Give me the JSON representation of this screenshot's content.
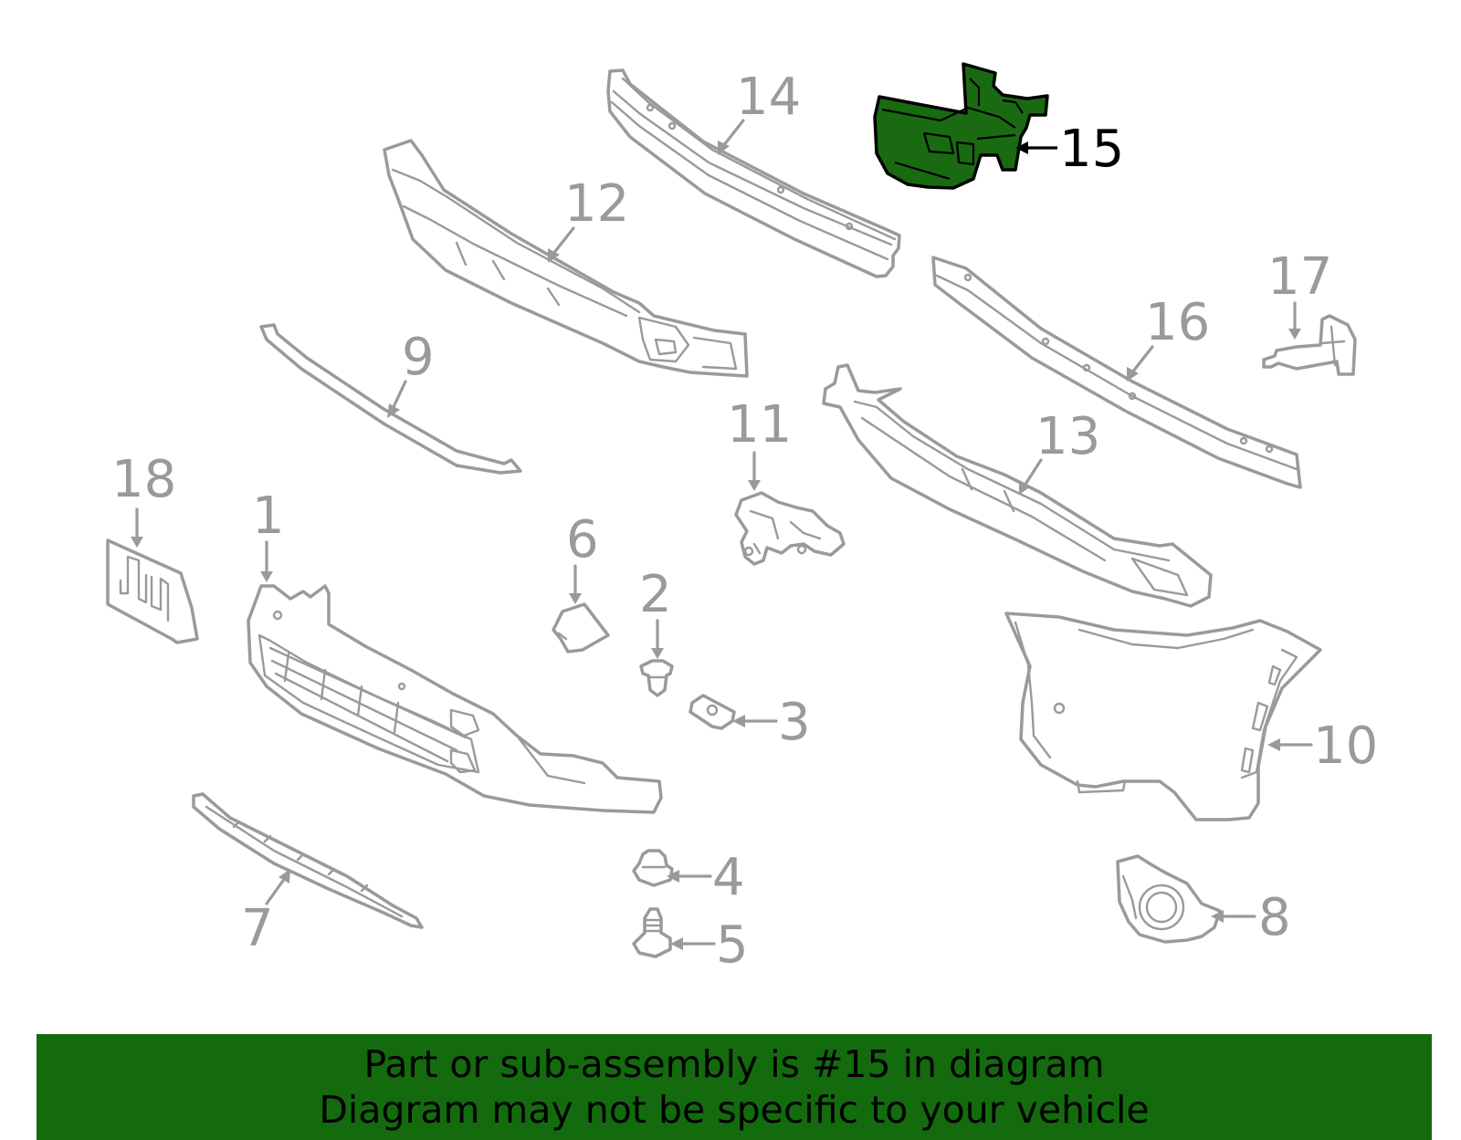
{
  "callouts": {
    "p1": "1",
    "p2": "2",
    "p3": "3",
    "p4": "4",
    "p5": "5",
    "p6": "6",
    "p7": "7",
    "p8": "8",
    "p9": "9",
    "p10": "10",
    "p11": "11",
    "p12": "12",
    "p13": "13",
    "p14": "14",
    "p15": "15",
    "p16": "16",
    "p17": "17",
    "p18": "18"
  },
  "highlighted_part": "15",
  "colors": {
    "highlight_fill": "#1a6a12",
    "banner_background": "#136b0e",
    "part_outline": "#9a9a9a"
  },
  "banner": {
    "line1": "Part or sub-assembly is #15 in diagram",
    "line2": "Diagram may not be specific to your vehicle"
  }
}
